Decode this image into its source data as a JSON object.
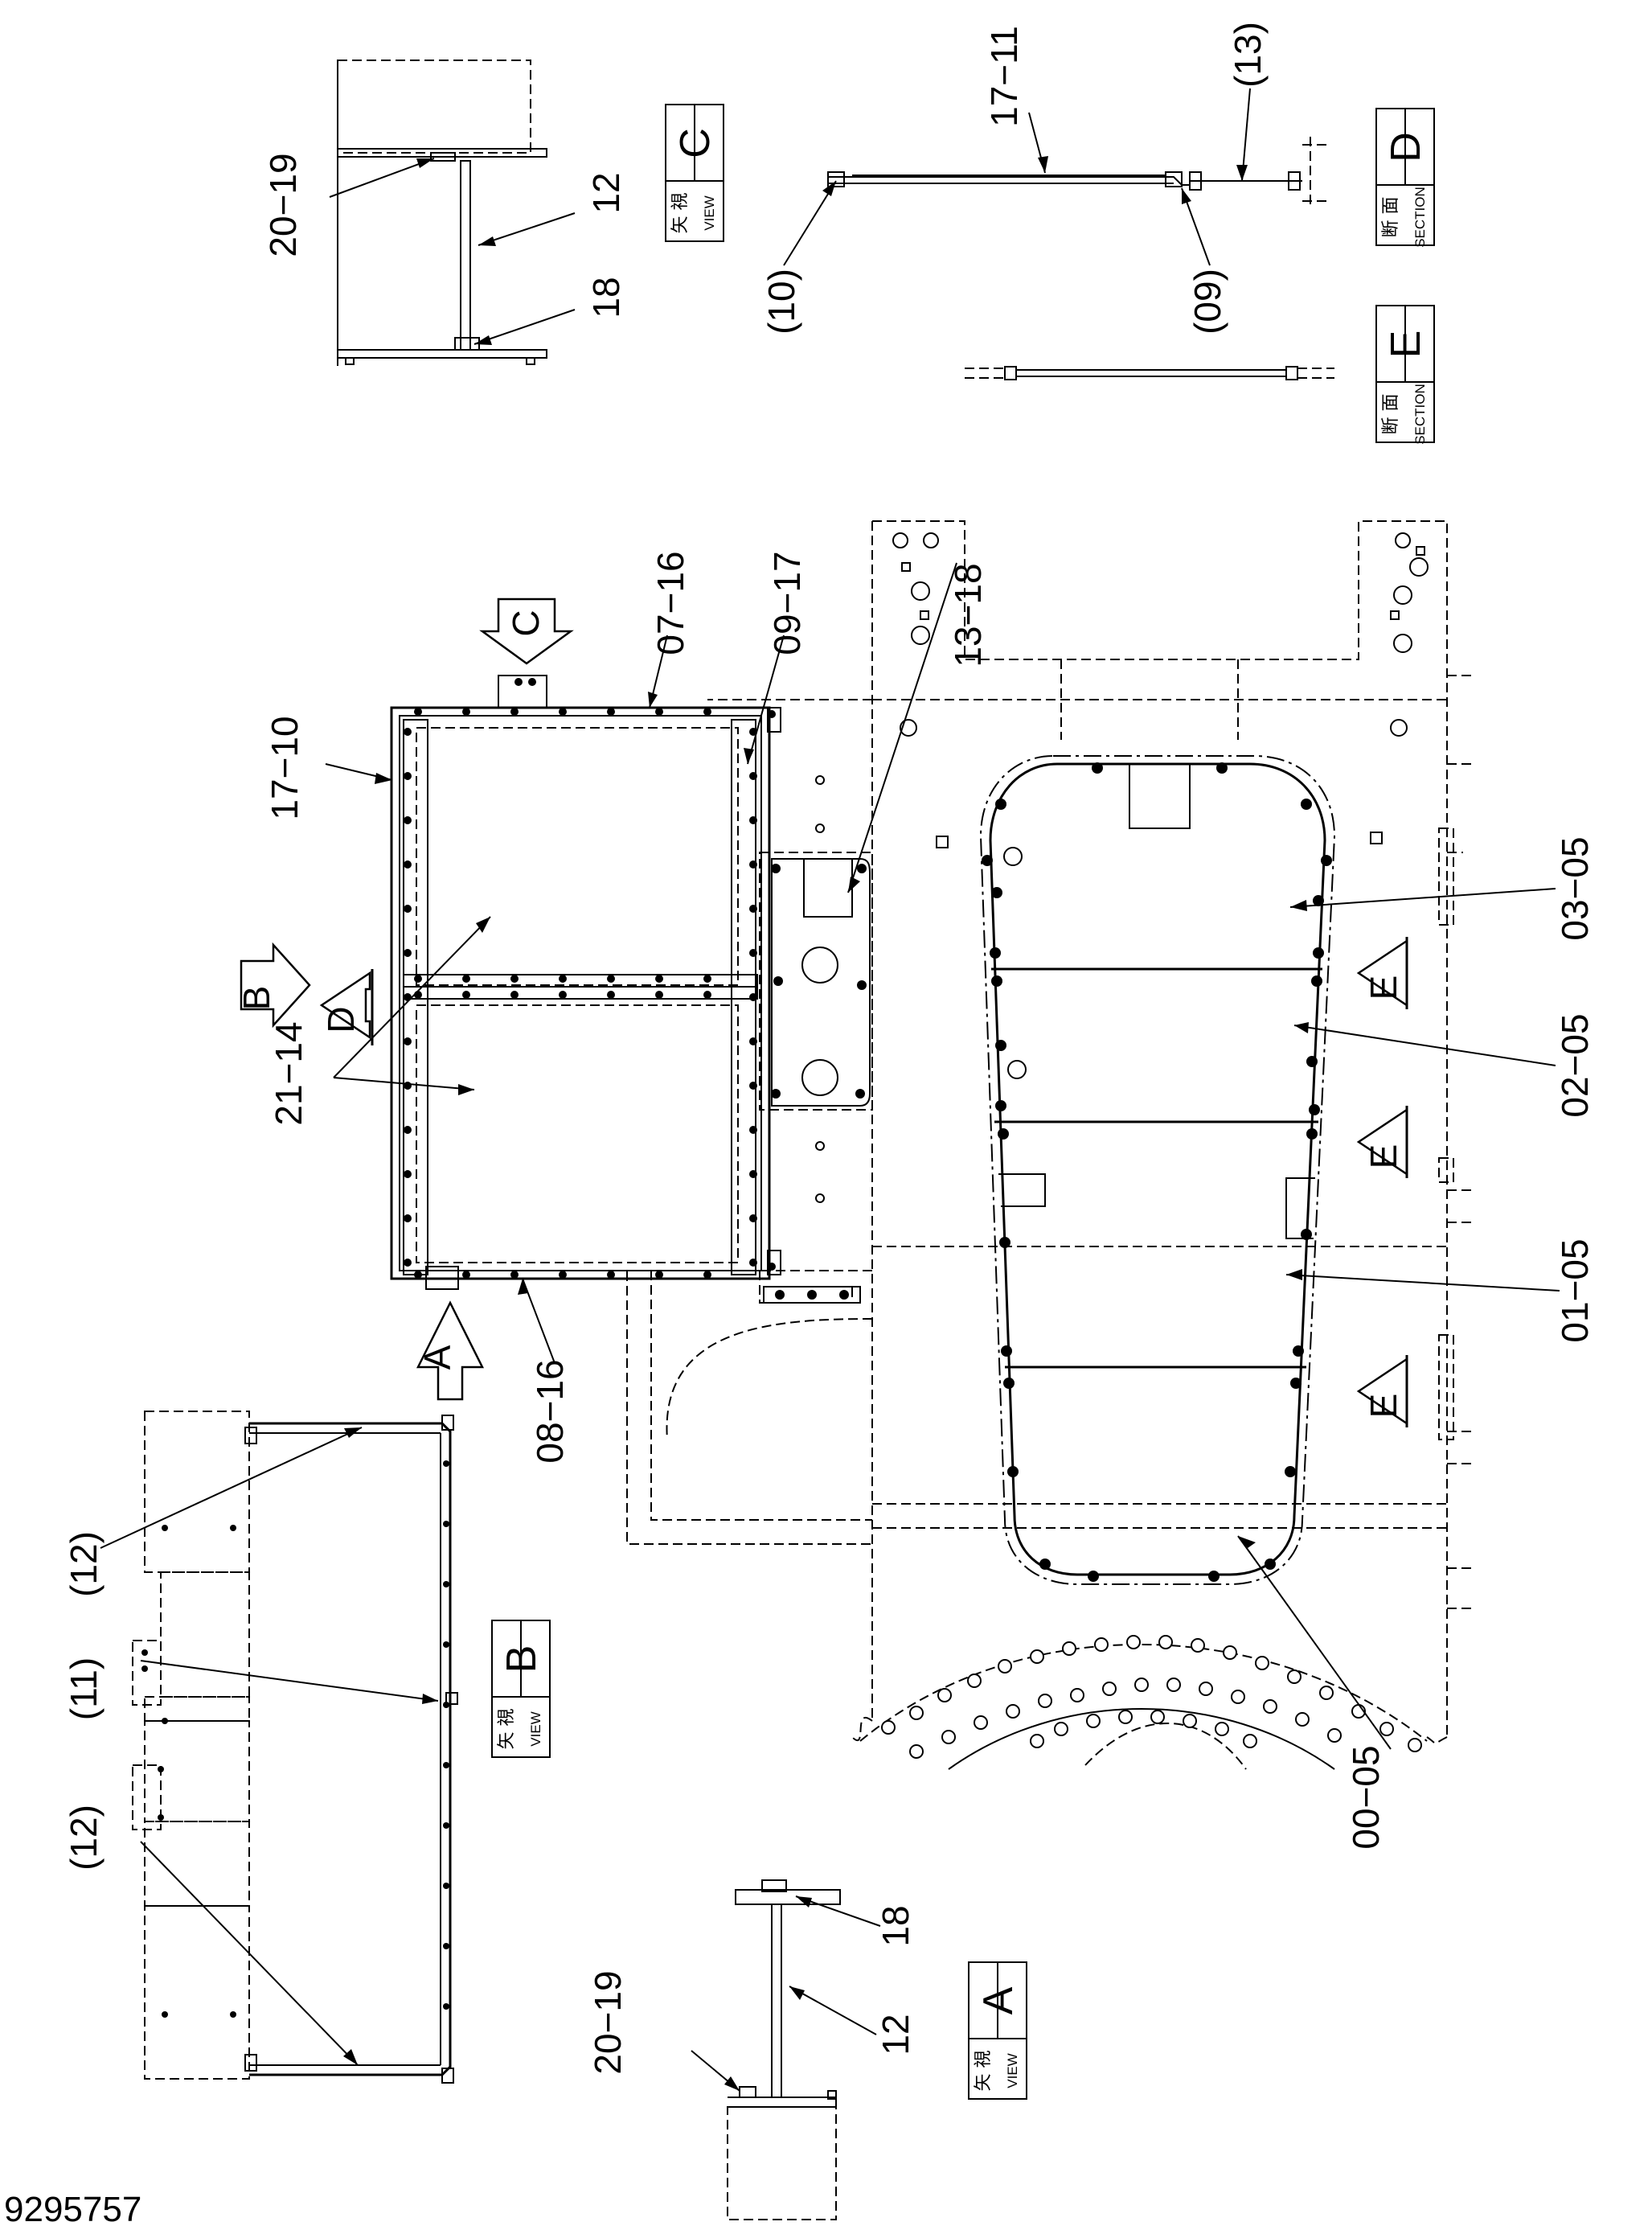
{
  "document_number": "9295757",
  "callouts": [
    {
      "id": "part-03-05",
      "text": "03−05"
    },
    {
      "id": "part-02-05",
      "text": "02−05"
    },
    {
      "id": "part-01-05",
      "text": "01−05"
    },
    {
      "id": "part-00-05",
      "text": "00−05"
    },
    {
      "id": "part-17-10",
      "text": "17−10"
    },
    {
      "id": "part-07-16",
      "text": "07−16"
    },
    {
      "id": "part-09-17",
      "text": "09−17"
    },
    {
      "id": "part-13-18",
      "text": "13−18"
    },
    {
      "id": "part-21-14",
      "text": "21−14"
    },
    {
      "id": "part-08-16",
      "text": "08−16"
    },
    {
      "id": "part-20-19-c",
      "text": "20−19"
    },
    {
      "id": "part-12-c",
      "text": "12"
    },
    {
      "id": "part-18-c",
      "text": "18"
    },
    {
      "id": "part-17-11",
      "text": "17−11"
    },
    {
      "id": "part-13-ref",
      "text": "(13)"
    },
    {
      "id": "part-10-ref",
      "text": "(10)"
    },
    {
      "id": "part-09-ref",
      "text": "(09)"
    },
    {
      "id": "part-12-ref-top",
      "text": "(12)"
    },
    {
      "id": "part-11-ref",
      "text": "(11)"
    },
    {
      "id": "part-12-ref-bottom",
      "text": "(12)"
    },
    {
      "id": "part-18-a",
      "text": "18"
    },
    {
      "id": "part-12-a",
      "text": "12"
    },
    {
      "id": "part-20-19-a",
      "text": "20−19"
    }
  ],
  "view_markers": [
    {
      "id": "A",
      "letter": "A"
    },
    {
      "id": "B",
      "letter": "B"
    },
    {
      "id": "C",
      "letter": "C"
    },
    {
      "id": "D",
      "letter": "D"
    },
    {
      "id": "E1",
      "letter": "E"
    },
    {
      "id": "E2",
      "letter": "E"
    },
    {
      "id": "E3",
      "letter": "E"
    }
  ],
  "view_boxes": [
    {
      "id": "view-c",
      "kanji": "矢 視",
      "caption": "VIEW",
      "letter": "C"
    },
    {
      "id": "view-b",
      "kanji": "矢 視",
      "caption": "VIEW",
      "letter": "B"
    },
    {
      "id": "view-a",
      "kanji": "矢 視",
      "caption": "VIEW",
      "letter": "A"
    },
    {
      "id": "section-d",
      "kanji": "断 面",
      "caption": "SECTION",
      "letter": "D"
    },
    {
      "id": "section-e",
      "kanji": "断 面",
      "caption": "SECTION",
      "letter": "E"
    }
  ]
}
